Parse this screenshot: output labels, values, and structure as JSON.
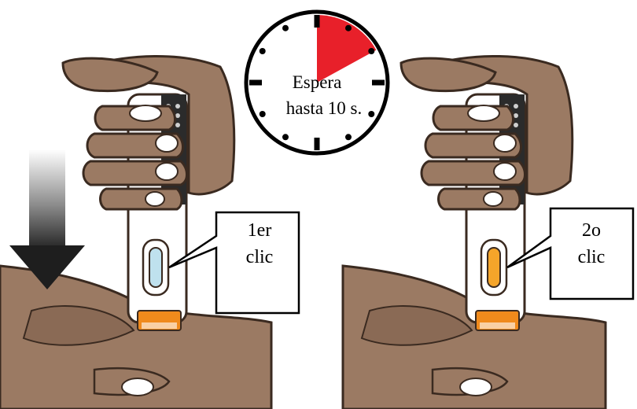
{
  "timer": {
    "line1": "Espera",
    "line2": "hasta 10 s.",
    "elapsed_fraction": 0.17,
    "colors": {
      "wedge": "#e8202a",
      "face": "#ffffff",
      "ring": "#000000"
    }
  },
  "left_panel": {
    "callout_line1": "1er",
    "callout_line2": "clic",
    "window_state": "clear",
    "arrow_direction": "down"
  },
  "right_panel": {
    "callout_line1": "2o",
    "callout_line2": "clic",
    "window_state": "orange"
  },
  "colors": {
    "skin": "#9b7a63",
    "skin_outline": "#3a2a20",
    "nail": "#ffffff",
    "pen_body": "#ffffff",
    "pen_grip": "#2b2b2b",
    "pen_tip": "#f08a1c",
    "window_clear": "#bfe1ee",
    "window_orange": "#f5a52a",
    "arrow_dark": "#1e1e1e"
  }
}
